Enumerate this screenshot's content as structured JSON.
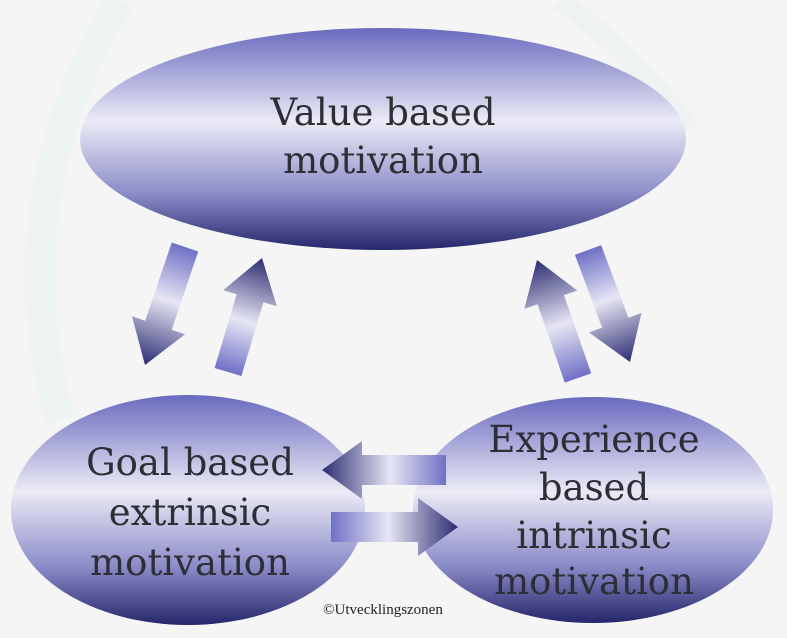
{
  "nodes": {
    "value": {
      "lines": [
        "Value based",
        "motivation"
      ]
    },
    "goal": {
      "lines": [
        "Goal based",
        "extrinsic",
        "motivation"
      ]
    },
    "experience": {
      "lines": [
        "Experience",
        "based",
        "intrinsic",
        "motivation"
      ]
    }
  },
  "copyright": "©Utvecklingszonen",
  "colors": {
    "dark": "#26266e",
    "mid": "#7a7ac8",
    "light": "#ececf6",
    "background": "#f5f5f6"
  }
}
